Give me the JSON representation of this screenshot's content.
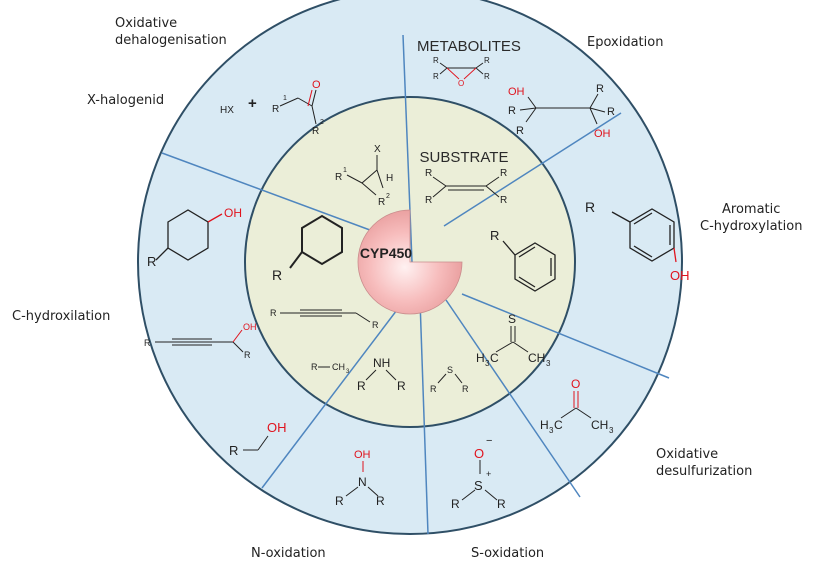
{
  "labels": {
    "oxidative_dehalogenisation": [
      "Oxidative",
      "dehalogenisation"
    ],
    "x_halogenid": "X-halogenid",
    "epoxidation": "Epoxidation",
    "aromatic_hydroxylation": [
      "Aromatic",
      "C-hydroxylation"
    ],
    "c_hydroxilation": "C-hydroxilation",
    "oxidative_desulfurization": [
      "Oxidative",
      "desulfurization"
    ],
    "n_oxidation": "N-oxidation",
    "s_oxidation": "S-oxidation"
  },
  "ring_titles": {
    "metabolites": "METABOLITES",
    "substrate": "SUBSTRATE",
    "center": "CYP450"
  },
  "chem": {
    "R": "R",
    "H": "H",
    "X": "X",
    "O": "O",
    "OH": "OH",
    "HX": "HX",
    "plus": "+",
    "N": "N",
    "NH": "NH",
    "S": "S",
    "CH3": "CH",
    "three": "3",
    "one": "1",
    "two": "2",
    "H3C": "H",
    "minus": "−",
    "splus": "+"
  },
  "colors": {
    "outer_ring": "#d9eaf4",
    "inner_circle": "#ebeed8",
    "ring_stroke": "#2f4f66",
    "divider": "#4f86bf",
    "center_pie": "#f6b9b9",
    "heteroatom_red": "#e0141e"
  }
}
